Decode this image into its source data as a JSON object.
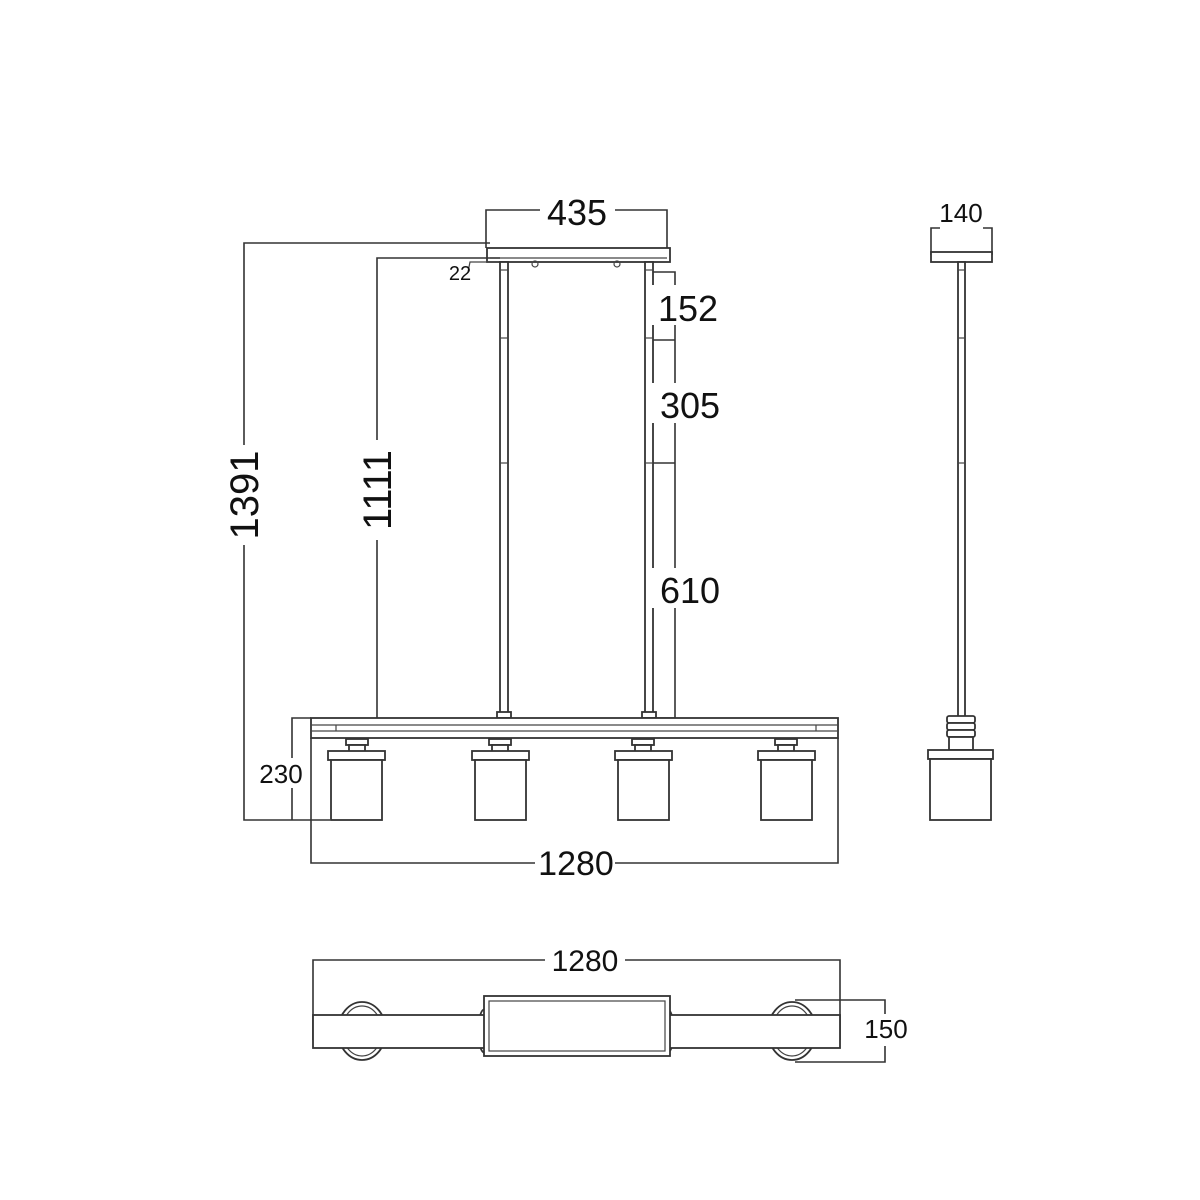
{
  "drawing": {
    "front_view": {
      "canopy_width": "435",
      "canopy_height": "22",
      "overall_height": "1391",
      "rod_height": "1111",
      "rod_segments": [
        "152",
        "305",
        "610"
      ],
      "fixture_height": "230",
      "fixture_width": "1280"
    },
    "side_view": {
      "canopy_depth": "140"
    },
    "top_view": {
      "length": "1280",
      "depth": "150"
    }
  },
  "colors": {
    "line": "#333333",
    "background": "#ffffff"
  }
}
